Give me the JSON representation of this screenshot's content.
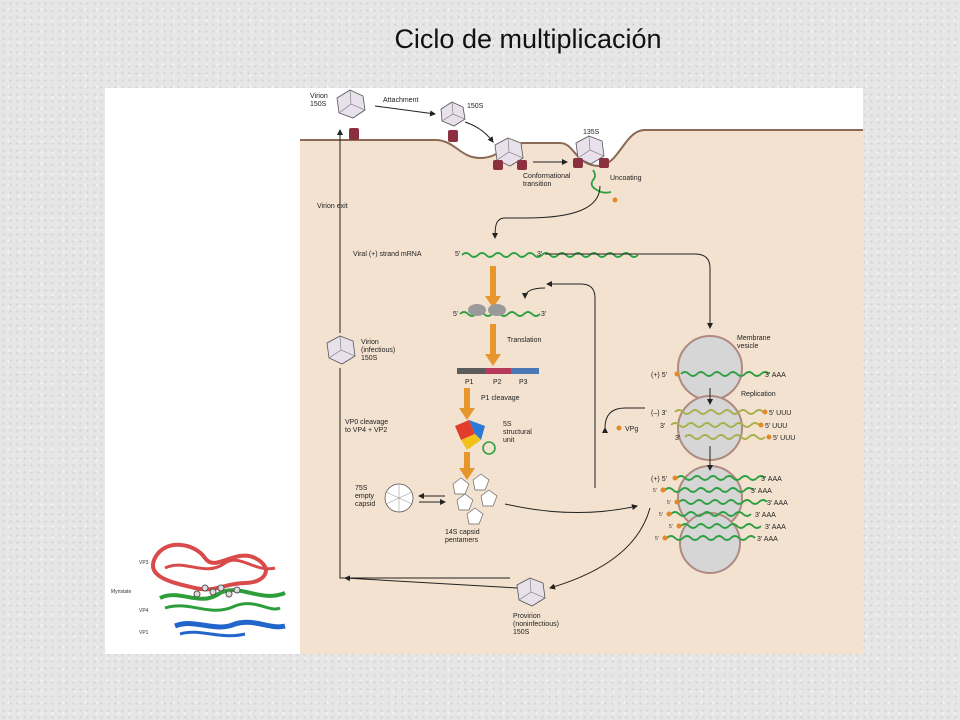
{
  "page": {
    "title": "Ciclo de multiplicación"
  },
  "diagram": {
    "virion_top": "Virion\n150S",
    "attachment": "Attachment",
    "s150": "150S",
    "s135": "135S",
    "conformational": "Conformational\ntransition",
    "uncoating": "Uncoating",
    "virion_exit": "Virion exit",
    "viral_mrna": "Viral (+) strand mRNA",
    "five_prime": "5'",
    "three_prime": "3'",
    "translation": "Translation",
    "p1": "P1",
    "p2": "P2",
    "p3": "P3",
    "p1_cleavage": "P1 cleavage",
    "structural_unit": "5S\nstructural\nunit",
    "empty_capsid": "75S\nempty\ncapsid",
    "pentamers": "14S capsid\npentamers",
    "virion_infectious": "Virion\n(infectious)\n150S",
    "vp0_cleavage": "VP0 cleavage\nto VP4 + VP2",
    "provirion": "Provirion\n(noninfectious)\n150S",
    "membrane_vesicle": "Membrane\nvesicle",
    "replication": "Replication",
    "vpg": "VPg",
    "plus5": "(+) 5'",
    "minus3": "(–) 3'",
    "aaa": "3' AAA",
    "uuu": "5' UUU",
    "vp3": "VP3",
    "myristate": "Myristate",
    "vp4": "VP4",
    "vp1": "VP1"
  }
}
